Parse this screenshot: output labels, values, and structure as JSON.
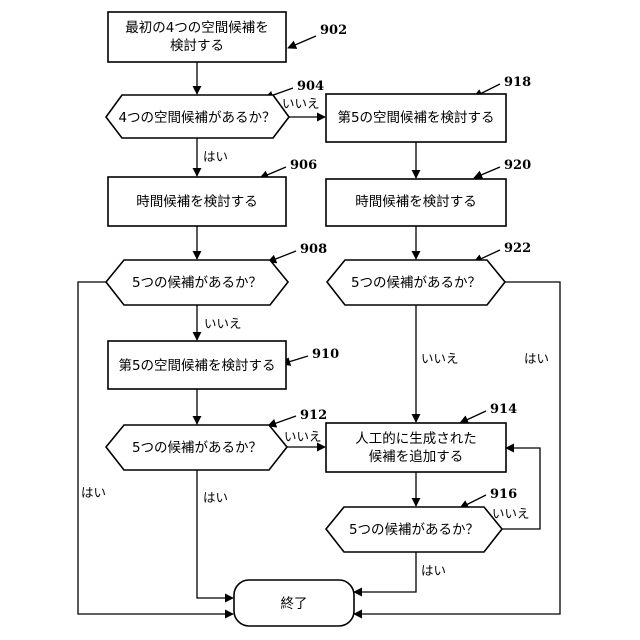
{
  "nodes": {
    "n902": {
      "ref": "902",
      "lines": [
        "最初の4つの空間候補を",
        "検討する"
      ]
    },
    "n904": {
      "ref": "904",
      "lines": [
        "4つの空間候補があるか？"
      ]
    },
    "n906": {
      "ref": "906",
      "lines": [
        "時間候補を検討する"
      ]
    },
    "n908": {
      "ref": "908",
      "lines": [
        "5つの候補があるか？"
      ]
    },
    "n910": {
      "ref": "910",
      "lines": [
        "第5の空間候補を検討する"
      ]
    },
    "n912": {
      "ref": "912",
      "lines": [
        "5つの候補があるか？"
      ]
    },
    "n914": {
      "ref": "914",
      "lines": [
        "人工的に生成された",
        "候補を追加する"
      ]
    },
    "n916": {
      "ref": "916",
      "lines": [
        "5つの候補があるか？"
      ]
    },
    "n918": {
      "ref": "918",
      "lines": [
        "第5の空間候補を検討する"
      ]
    },
    "n920": {
      "ref": "920",
      "lines": [
        "時間候補を検討する"
      ]
    },
    "n922": {
      "ref": "922",
      "lines": [
        "5つの候補があるか？"
      ]
    },
    "end": {
      "lines": [
        "終了"
      ]
    }
  },
  "edges": {
    "e904_yes": "はい",
    "e904_no": "いいえ",
    "e908_no": "いいえ",
    "e908_yes": "はい",
    "e912_yes": "はい",
    "e912_no": "いいえ",
    "e916_no": "いいえ",
    "e916_yes": "はい",
    "e922_no": "いいえ",
    "e922_yes": "はい"
  }
}
